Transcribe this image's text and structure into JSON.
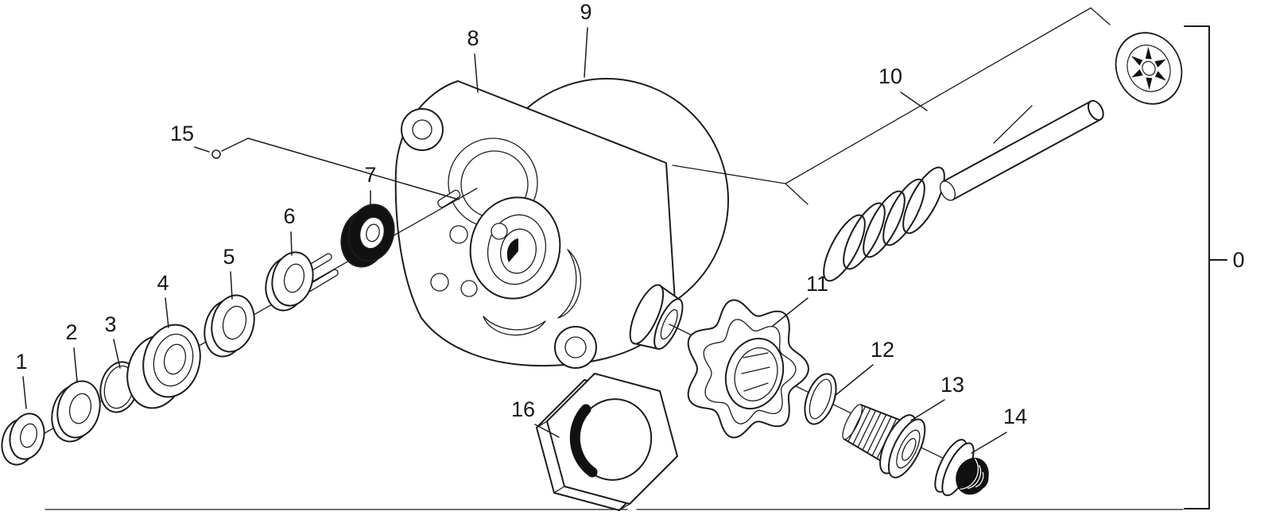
{
  "labels": {
    "0": "0",
    "1": "1",
    "2": "2",
    "3": "3",
    "4": "4",
    "5": "5",
    "6": "6",
    "7": "7",
    "8": "8",
    "9": "9",
    "10": "10",
    "11": "11",
    "12": "12",
    "13": "13",
    "14": "14",
    "15": "15",
    "16": "16"
  },
  "colors": {
    "line": "#1c1c1c",
    "background": "#ffffff",
    "dark": "#111111"
  }
}
